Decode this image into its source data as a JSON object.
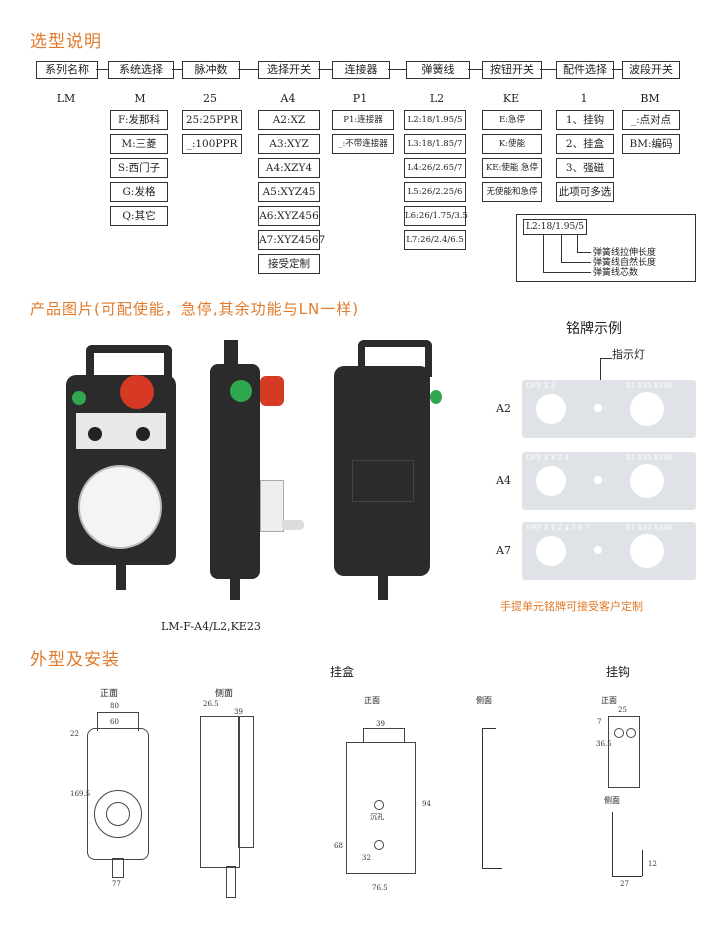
{
  "titles": {
    "selection": "选型说明",
    "product": "产品图片(可配使能，急停,其余功能与LN一样)",
    "nameplate": "铭牌示例",
    "indicator": "指示灯",
    "outline": "外型及安装",
    "hang_box": "挂盒",
    "hang_hook": "挂钩"
  },
  "headers": [
    "系列名称",
    "系统选择",
    "脉冲数",
    "选择开关",
    "连接器",
    "弹簧线",
    "按钮开关",
    "配件选择",
    "波段开关"
  ],
  "codes": [
    "LM",
    "M",
    "25",
    "A4",
    "P1",
    "L2",
    "KE",
    "1",
    "BM"
  ],
  "options": {
    "system": [
      "F:发那科",
      "M:三菱",
      "S:西门子",
      "G:发格",
      "Q:其它"
    ],
    "pulse": [
      "25:25PPR",
      "_:100PPR"
    ],
    "switch": [
      "A2:XZ",
      "A3:XYZ",
      "A4:XZY4",
      "A5:XYZ45",
      "A6:XYZ456",
      "A7:XYZ4567",
      "接受定制"
    ],
    "connector": [
      "P1:连接器",
      "_:不带连接器"
    ],
    "cable": [
      "L2:18/1.95/5",
      "L3:18/1.85/7",
      "L4:26/2.65/7",
      "L5:26/2.25/6",
      "L6:26/1.75/3.5",
      "L7:26/2.4/6.5"
    ],
    "button": [
      "E:急停",
      "K:使能",
      "KE:使能 急停",
      "无使能和急停"
    ],
    "accessory": [
      "1、挂钩",
      "2、挂盒",
      "3、强磁",
      "此项可多选"
    ],
    "band": [
      "_:点对点",
      "BM:编码"
    ]
  },
  "cable_explain": {
    "code": "L2:18/1.95/5",
    "items": [
      "弹簧线拉伸长度",
      "弹簧线自然长度",
      "弹簧线芯数"
    ]
  },
  "plates": [
    {
      "label": "A2",
      "marks": "OFF X Z",
      "right": "X1 X10 X100"
    },
    {
      "label": "A4",
      "marks": "OFF X Y Z 4",
      "right": "X1 X10 X100"
    },
    {
      "label": "A7",
      "marks": "OFF X Y Z 4 5 6 7",
      "right": "X1 X10 X100"
    }
  ],
  "plate_note": "手提单元铭牌可接受客户定制",
  "model_caption": "LM-F-A4/L2,KE23",
  "view_labels": {
    "front": "正面",
    "side": "侧面",
    "box_front": "正面",
    "box_side": "侧面",
    "hook_front": "正面",
    "hook_side": "侧面"
  },
  "dims": {
    "front_w1": "80",
    "front_w2": "60",
    "front_h": "169.5",
    "front_bottom": "77",
    "front_top": "22",
    "side_w1": "26.5",
    "side_w2": "39",
    "box_top": "39",
    "box_h": "94",
    "box_w": "76.5",
    "box_68": "68",
    "box_ptr": "32",
    "box_hole": "沉孔",
    "hook_w": "25",
    "hook_h": "36.5",
    "hook_7": "7",
    "hook_12": "12",
    "hook_27": "27"
  },
  "colors": {
    "accent": "#e07a2a",
    "device": "#2b2b2b",
    "estop": "#d63a24",
    "green_btn": "#2fa84f",
    "plate": "#dfe3e8"
  }
}
